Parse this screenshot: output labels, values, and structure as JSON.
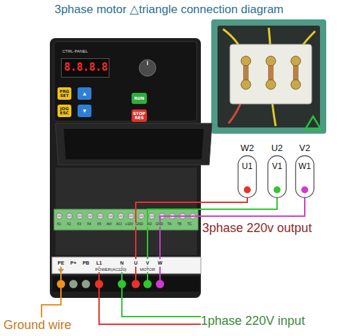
{
  "diagram": {
    "title": "3phase motor △triangle connection diagram",
    "nodes": [
      {
        "text": [
          "8.8.8.8"
        ]
      },
      {
        "text": [
          "PRG SET"
        ]
      },
      {
        "text": [
          "▲"
        ]
      },
      {
        "text": [
          "RUN"
        ]
      },
      {
        "text": [
          "JOG ESC"
        ]
      },
      {
        "text": [
          "▼"
        ]
      },
      {
        "text": [
          "STOP RES"
        ]
      },
      {
        "text": [
          "W2",
          "U1"
        ]
      },
      {
        "text": [
          "U2",
          "V1"
        ]
      },
      {
        "text": [
          "V2",
          "W1"
        ]
      },
      {
        "text": [
          "PE"
        ]
      },
      {
        "text": [
          "P+"
        ]
      },
      {
        "text": [
          "PB"
        ]
      },
      {
        "text": [
          "L1"
        ]
      },
      {
        "text": [
          "N"
        ]
      },
      {
        "text": [
          "U"
        ]
      },
      {
        "text": [
          "V"
        ]
      },
      {
        "text": [
          "W"
        ]
      },
      {
        "text": [
          "1phase 220V input"
        ]
      },
      {
        "text": [
          "Ground wire"
        ]
      }
    ],
    "edges": [
      {
        "from": 15,
        "to": 7,
        "arrow": "none"
      },
      {
        "from": 16,
        "to": 8,
        "arrow": "none"
      },
      {
        "from": 17,
        "to": 9,
        "arrow": "none"
      },
      {
        "from": 18,
        "to": 13,
        "arrow": "none"
      },
      {
        "from": 18,
        "to": 14,
        "arrow": "none"
      },
      {
        "from": 19,
        "to": 10,
        "arrow": "none"
      }
    ],
    "labels": [
      "CTRL-PANEL",
      "X1",
      "X2",
      "X3",
      "X4",
      "X5",
      "AVI",
      "ACI",
      "+10V",
      "GND",
      "AO",
      "GND",
      "TA",
      "TB",
      "TC",
      "3phase 220v output",
      "POWER(AC220)",
      "MOTOR"
    ]
  }
}
